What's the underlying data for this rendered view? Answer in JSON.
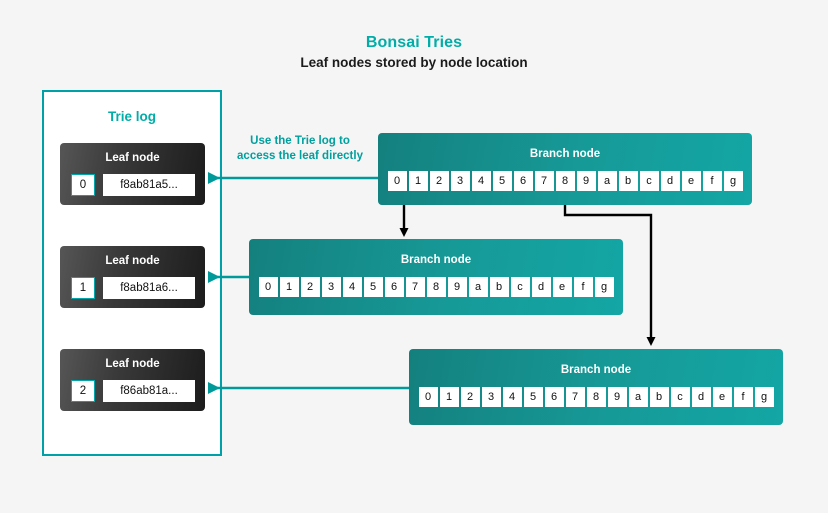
{
  "header": {
    "title": "Bonsai Tries",
    "subtitle": "Leaf nodes stored by node location"
  },
  "colors": {
    "page_background": "#f5f5f5",
    "accent_teal": "#00ada8",
    "panel_border": "#00a0a8",
    "branch_gradient_start": "#14807e",
    "branch_gradient_end": "#13a6a4",
    "leaf_gradient_start": "#565656",
    "leaf_gradient_end": "#1c1c1c",
    "arrow_black": "#000000",
    "arrow_teal": "#009a9a"
  },
  "trie_log": {
    "title": "Trie log",
    "leaves": [
      {
        "title": "Leaf node",
        "index": "0",
        "hash": "f8ab81a5..."
      },
      {
        "title": "Leaf node",
        "index": "1",
        "hash": "f8ab81a6..."
      },
      {
        "title": "Leaf node",
        "index": "2",
        "hash": "f86ab81a..."
      }
    ]
  },
  "annotation": {
    "line1": "Use the Trie log to",
    "line2": "access the leaf directly"
  },
  "branch_nodes": [
    {
      "title": "Branch node",
      "cells": [
        "0",
        "1",
        "2",
        "3",
        "4",
        "5",
        "6",
        "7",
        "8",
        "9",
        "a",
        "b",
        "c",
        "d",
        "e",
        "f",
        "g"
      ]
    },
    {
      "title": "Branch node",
      "cells": [
        "0",
        "1",
        "2",
        "3",
        "4",
        "5",
        "6",
        "7",
        "8",
        "9",
        "a",
        "b",
        "c",
        "d",
        "e",
        "f",
        "g"
      ]
    },
    {
      "title": "Branch node",
      "cells": [
        "0",
        "1",
        "2",
        "3",
        "4",
        "5",
        "6",
        "7",
        "8",
        "9",
        "a",
        "b",
        "c",
        "d",
        "e",
        "f",
        "g"
      ]
    }
  ]
}
